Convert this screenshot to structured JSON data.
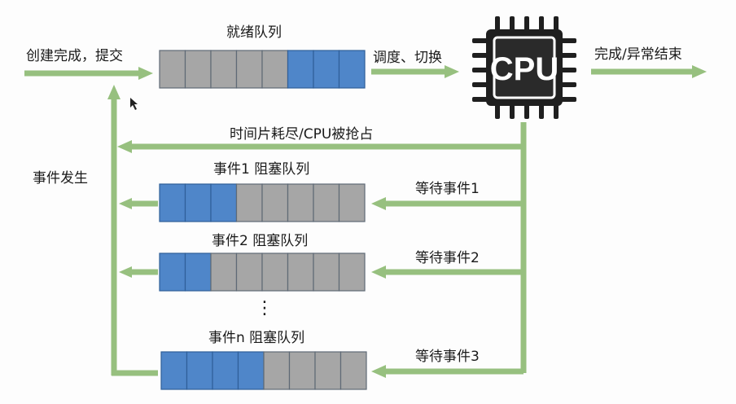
{
  "labels": {
    "create_submit": "创建完成，提交",
    "ready_queue": "就绪队列",
    "dispatch_switch": "调度、切换",
    "cpu": "CPU",
    "done_exit": "完成/异常结束",
    "timeslice_preempt": "时间片耗尽/CPU被抢占",
    "event_occurs": "事件发生",
    "blocked_queue_1": "事件1 阻塞队列",
    "blocked_queue_2": "事件2 阻塞队列",
    "blocked_queue_n": "事件n 阻塞队列",
    "wait_event_1": "等待事件1",
    "wait_event_2": "等待事件2",
    "wait_event_3": "等待事件3",
    "ellipsis": "⋮"
  },
  "queues": {
    "ready": [
      "gray",
      "gray",
      "gray",
      "gray",
      "gray",
      "blue",
      "blue",
      "blue"
    ],
    "blocked_1": [
      "blue",
      "blue",
      "blue",
      "gray",
      "gray",
      "gray",
      "gray",
      "gray"
    ],
    "blocked_2": [
      "blue",
      "blue",
      "gray",
      "gray",
      "gray",
      "gray",
      "gray",
      "gray"
    ],
    "blocked_n": [
      "blue",
      "blue",
      "blue",
      "blue",
      "gray",
      "gray",
      "gray",
      "gray"
    ]
  },
  "colors": {
    "arrow": "#97c07f",
    "blue_cell": "#4f86c9",
    "gray_cell": "#a6a6a6",
    "cpu_body": "#1f1f1f"
  },
  "icons": {
    "cpu": "cpu-chip-icon",
    "cursor": "mouse-pointer-icon"
  }
}
